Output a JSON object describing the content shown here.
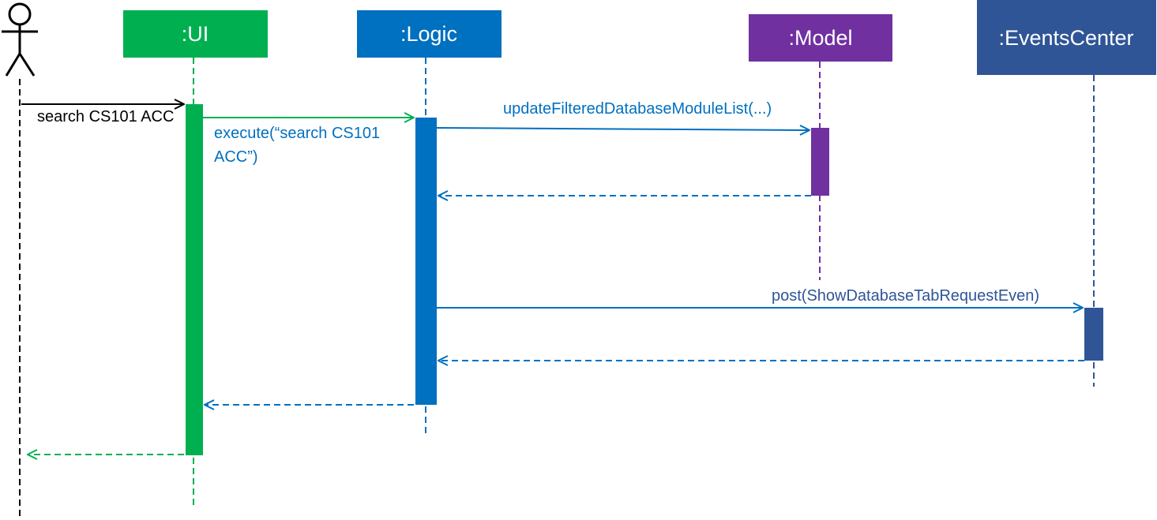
{
  "diagram": {
    "type": "sequence",
    "actor": {
      "name": ""
    },
    "participants": [
      {
        "id": "ui",
        "label": ":UI",
        "color": "#00B050"
      },
      {
        "id": "logic",
        "label": ":Logic",
        "color": "#0070C0"
      },
      {
        "id": "model",
        "label": ":Model",
        "color": "#7030A0"
      },
      {
        "id": "events",
        "label": ":EventsCenter",
        "color": "#2F5597"
      }
    ],
    "messages": [
      {
        "from": "actor",
        "to": "ui",
        "kind": "call",
        "label_lines": [
          "search CS101 ACC"
        ],
        "color": "#000000"
      },
      {
        "from": "ui",
        "to": "logic",
        "kind": "call",
        "label_lines": [
          "execute(“search CS101",
          "ACC”)"
        ],
        "color": "#00B050",
        "label_color": "#0070C0"
      },
      {
        "from": "logic",
        "to": "model",
        "kind": "call",
        "label_lines": [
          "updateFilteredDatabaseModuleList(...)"
        ],
        "color": "#0070C0"
      },
      {
        "from": "model",
        "to": "logic",
        "kind": "return",
        "label_lines": [],
        "color": "#0070C0"
      },
      {
        "from": "logic",
        "to": "events",
        "kind": "call",
        "label_lines": [
          "post(ShowDatabaseTabRequestEven)"
        ],
        "color": "#0070C0",
        "label_color": "#2F5597"
      },
      {
        "from": "events",
        "to": "logic",
        "kind": "return",
        "label_lines": [],
        "color": "#0070C0"
      },
      {
        "from": "logic",
        "to": "ui",
        "kind": "return",
        "label_lines": [],
        "color": "#0070C0"
      },
      {
        "from": "ui",
        "to": "actor",
        "kind": "return",
        "label_lines": [],
        "color": "#00B050"
      }
    ]
  }
}
